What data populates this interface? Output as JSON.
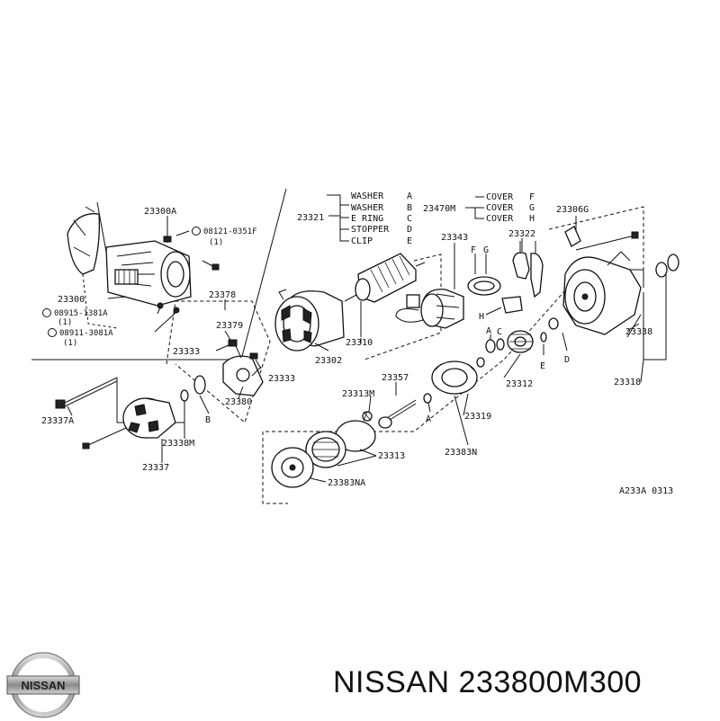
{
  "brand": {
    "name": "NISSAN",
    "part_number": "233800M300"
  },
  "logo": {
    "text": "NISSAN"
  },
  "diagram_code": "A233A  0313",
  "legend_left": {
    "group_label": "23321",
    "items": [
      {
        "name": "WASHER",
        "code": "A"
      },
      {
        "name": "WASHER",
        "code": "B"
      },
      {
        "name": "E RING",
        "code": "C"
      },
      {
        "name": "STOPPER",
        "code": "D"
      },
      {
        "name": "CLIP",
        "code": "E"
      }
    ]
  },
  "legend_right": {
    "group_label": "23470M",
    "items": [
      {
        "name": "COVER",
        "code": "F"
      },
      {
        "name": "COVER",
        "code": "G"
      },
      {
        "name": "COVER",
        "code": "H"
      }
    ]
  },
  "labels": {
    "p23300A": "23300A",
    "p08121": "08121-0351F",
    "p08121_qty": "(1)",
    "p23300": "23300",
    "p08915": "08915-1381A",
    "p08915_qty": "(1)",
    "p08911": "08911-3081A",
    "p08911_qty": "(1)",
    "p23378": "23378",
    "p23379": "23379",
    "p23333a": "23333",
    "p23333b": "23333",
    "p23380": "23380",
    "p23337A": "23337A",
    "p23338M": "23338M",
    "p23337": "23337",
    "pB1": "B",
    "p23302": "23302",
    "p23310": "23310",
    "p23343": "23343",
    "pF": "F",
    "pG": "G",
    "p23322": "23322",
    "pH": "H",
    "p23306G": "23306G",
    "pC": "C",
    "pA1": "A",
    "pE": "E",
    "pD": "D",
    "p23312": "23312",
    "p23338": "23338",
    "p23318": "23318",
    "p23357": "23357",
    "p23313M": "23313M",
    "pA2": "A",
    "p23319": "23319",
    "p23383N": "23383N",
    "p23313": "23313",
    "p23383NA": "23383NA"
  }
}
